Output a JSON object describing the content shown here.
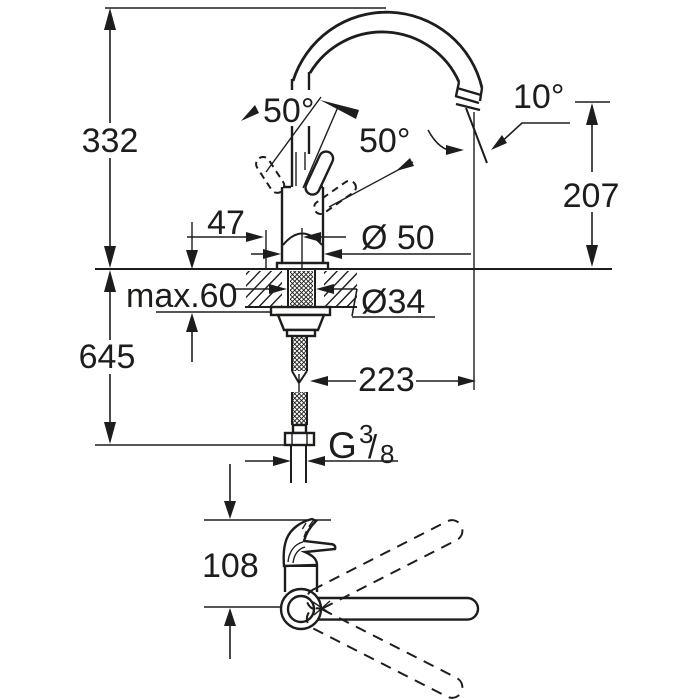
{
  "colors": {
    "line": "#1d1d1b",
    "background": "#ffffff"
  },
  "side_view": {
    "overall_height": "332",
    "under_counter_height": "645",
    "handle_back_offset": "47",
    "deck_thickness_max": "max.60",
    "body_diameter": "Ø 50",
    "shank_diameter": "Ø34",
    "spout_reach": "223",
    "outlet_height": "207",
    "outlet_angle": "10°",
    "lever_angle_front": "50°",
    "lever_angle_side": "50°",
    "thread": {
      "prefix": "G",
      "numerator": "3",
      "slash": "/",
      "denominator": "8"
    }
  },
  "top_view": {
    "handle_depth": "108"
  }
}
